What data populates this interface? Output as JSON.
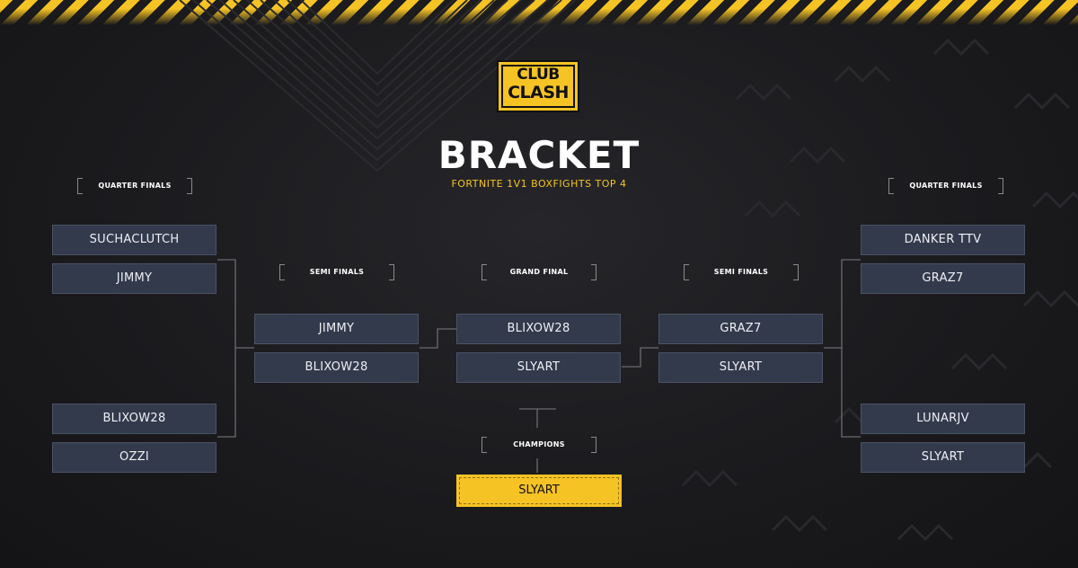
{
  "logo": {
    "line1": "CLUB",
    "line2": "CLASH"
  },
  "title": "BRACKET",
  "subtitle": "FORTNITE 1V1 BOXFIGHTS TOP 4",
  "labels": {
    "qf_left": "QUARTER FINALS",
    "qf_right": "QUARTER FINALS",
    "sf_left": "SEMI FINALS",
    "sf_right": "SEMI FINALS",
    "grand_final": "GRAND FINAL",
    "champions": "CHAMPIONS"
  },
  "left_quarter": [
    "SUCHACLUTCH",
    "JIMMY",
    "BLIXOW28",
    "OZZI"
  ],
  "left_semi": [
    "JIMMY",
    "BLIXOW28"
  ],
  "grand_final": [
    "BLIXOW28",
    "SLYART"
  ],
  "right_semi": [
    "GRAZ7",
    "SLYART"
  ],
  "right_quarter": [
    "DANKER TTV",
    "GRAZ7",
    "LUNARJV",
    "SLYART"
  ],
  "champion": "SLYART",
  "colors": {
    "accent": "#f6c324",
    "slot": "#333a4c",
    "background": "#1c1c1e"
  }
}
